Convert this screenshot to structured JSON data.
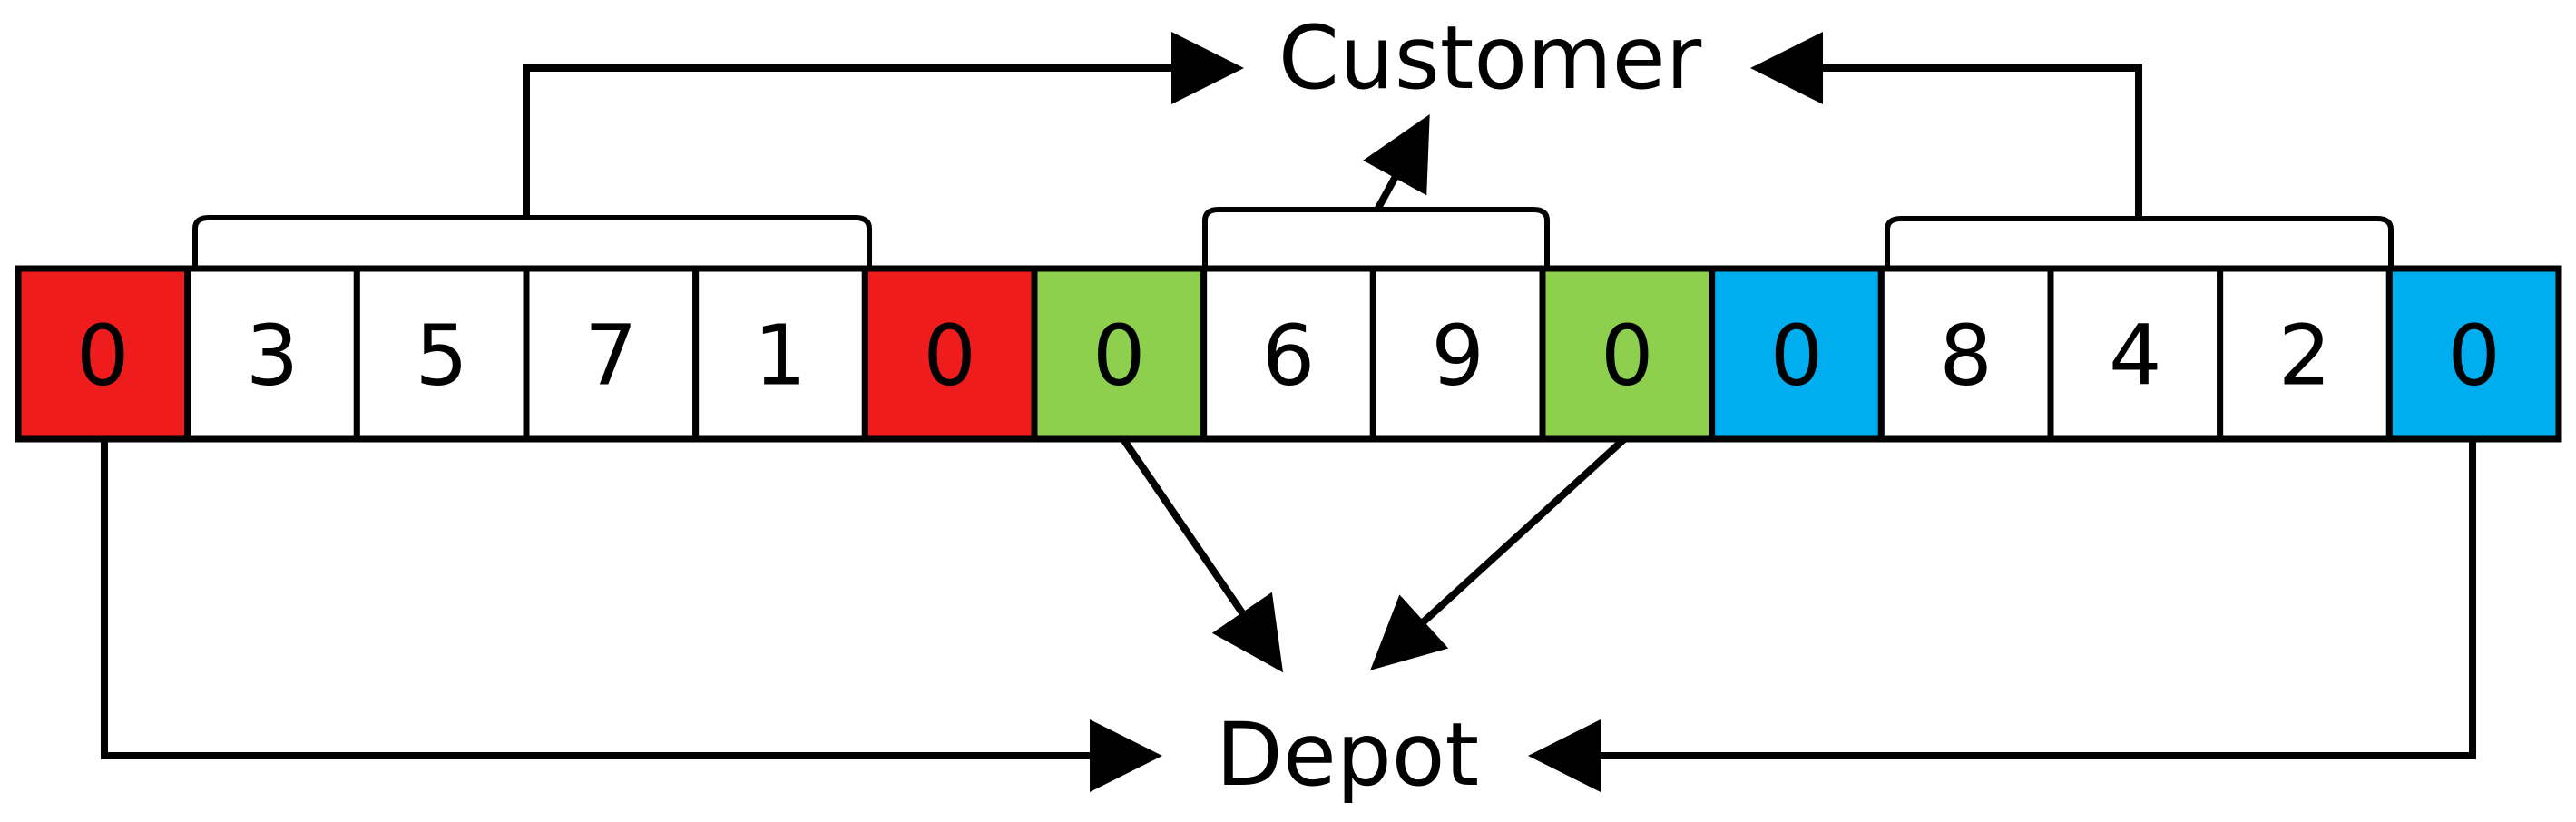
{
  "labels": {
    "customer": "Customer",
    "depot": "Depot"
  },
  "colors": {
    "route1": "#ee1c1c",
    "route2": "#8ecf4e",
    "route3": "#00aeef",
    "customer": "#ffffff"
  },
  "sequence": [
    {
      "value": "0",
      "kind": "depot",
      "route": "route1"
    },
    {
      "value": "3",
      "kind": "customer",
      "route": "route1"
    },
    {
      "value": "5",
      "kind": "customer",
      "route": "route1"
    },
    {
      "value": "7",
      "kind": "customer",
      "route": "route1"
    },
    {
      "value": "1",
      "kind": "customer",
      "route": "route1"
    },
    {
      "value": "0",
      "kind": "depot",
      "route": "route1"
    },
    {
      "value": "0",
      "kind": "depot",
      "route": "route2"
    },
    {
      "value": "6",
      "kind": "customer",
      "route": "route2"
    },
    {
      "value": "9",
      "kind": "customer",
      "route": "route2"
    },
    {
      "value": "0",
      "kind": "depot",
      "route": "route2"
    },
    {
      "value": "0",
      "kind": "depot",
      "route": "route3"
    },
    {
      "value": "8",
      "kind": "customer",
      "route": "route3"
    },
    {
      "value": "4",
      "kind": "customer",
      "route": "route3"
    },
    {
      "value": "2",
      "kind": "customer",
      "route": "route3"
    },
    {
      "value": "0",
      "kind": "depot",
      "route": "route3"
    }
  ]
}
